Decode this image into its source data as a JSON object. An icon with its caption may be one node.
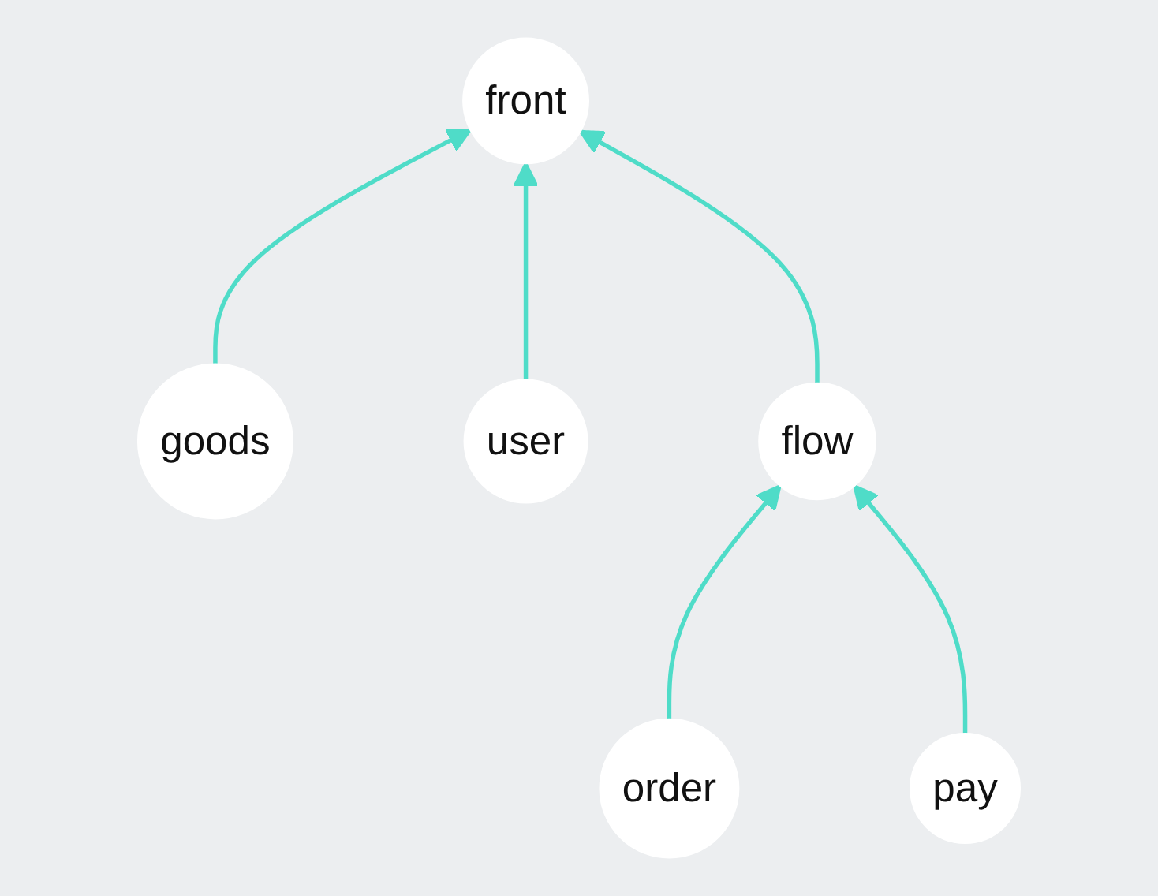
{
  "diagram": {
    "nodes": [
      {
        "text": [
          "front"
        ]
      },
      {
        "text": [
          "flow"
        ]
      },
      {
        "text": [
          "goods"
        ]
      },
      {
        "text": [
          "user"
        ]
      },
      {
        "text": [
          "order"
        ]
      },
      {
        "text": [
          "pay"
        ]
      }
    ],
    "edges": [
      {
        "from": 2,
        "to": 0,
        "arrow": "to"
      },
      {
        "from": 3,
        "to": 0,
        "arrow": "to"
      },
      {
        "from": 1,
        "to": 0,
        "arrow": "to"
      },
      {
        "from": 4,
        "to": 1,
        "arrow": "to"
      },
      {
        "from": 5,
        "to": 1,
        "arrow": "to"
      }
    ]
  }
}
